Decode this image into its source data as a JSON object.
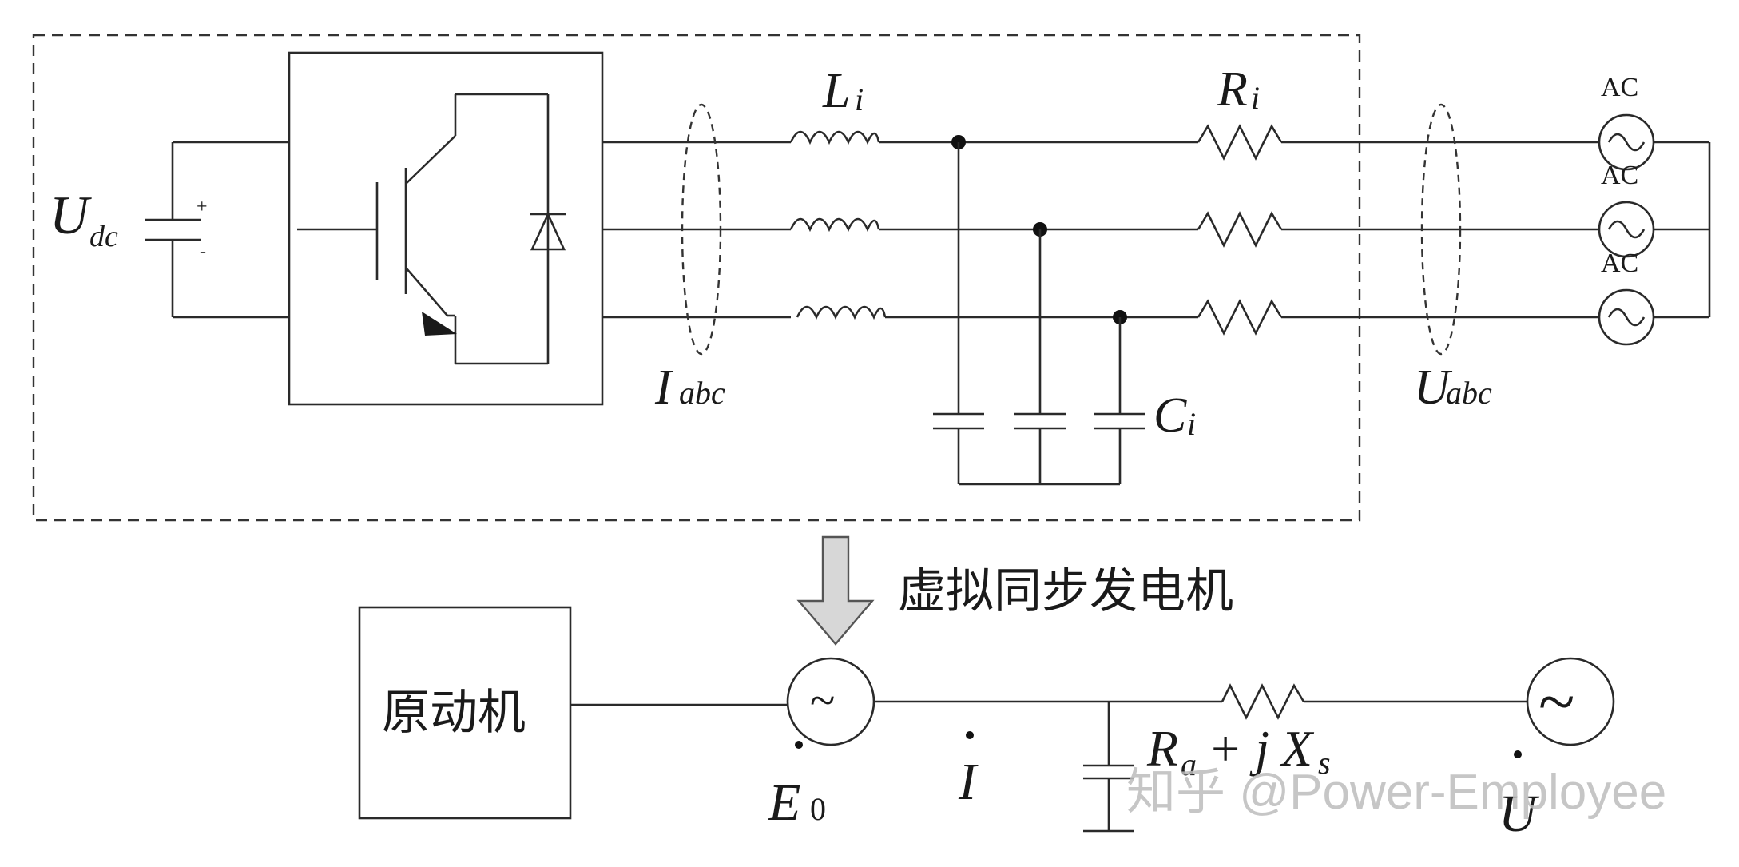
{
  "labels": {
    "udc_main": "U",
    "udc_sub": "dc",
    "plus": "+",
    "minus": "-",
    "li_main": "L",
    "li_sub": "i",
    "ri_main": "R",
    "ri_sub": "i",
    "ci_main": "C",
    "ci_sub": "i",
    "iabc_main": "I",
    "iabc_sub": "abc",
    "uabc_main": "U",
    "uabc_sub": "abc",
    "ac1": "AC",
    "ac2": "AC",
    "ac3": "AC",
    "vsg_title": "虚拟同步发电机",
    "prime_mover": "原动机",
    "e0_main": "E",
    "e0_sub": "0",
    "current": "I",
    "ra_main": "R",
    "ra_sub": "a",
    "plus_j": "+ j",
    "xs_main": "X",
    "xs_sub": "s",
    "grid_u": "U",
    "sine_symbol": "~"
  },
  "watermark": "知乎 @Power-Employee"
}
